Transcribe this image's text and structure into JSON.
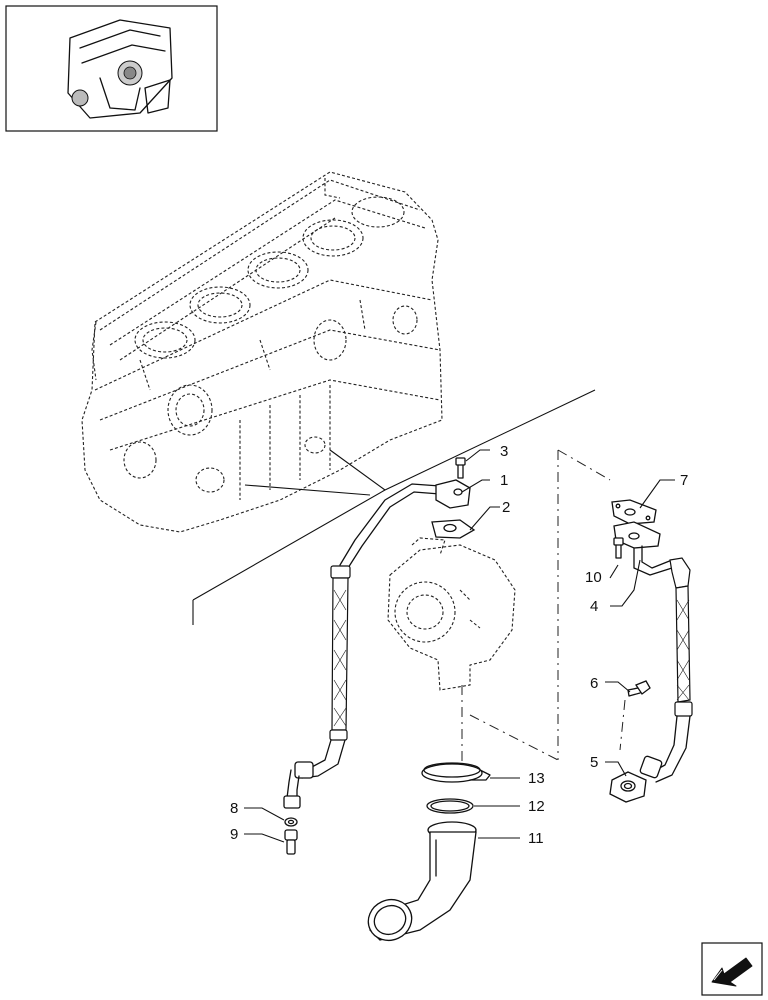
{
  "callouts": [
    {
      "id": "c1",
      "label": "1"
    },
    {
      "id": "c2",
      "label": "2"
    },
    {
      "id": "c3",
      "label": "3"
    },
    {
      "id": "c4",
      "label": "4"
    },
    {
      "id": "c5",
      "label": "5"
    },
    {
      "id": "c6",
      "label": "6"
    },
    {
      "id": "c7",
      "label": "7"
    },
    {
      "id": "c8",
      "label": "8"
    },
    {
      "id": "c9",
      "label": "9"
    },
    {
      "id": "c10",
      "label": "10"
    },
    {
      "id": "c11",
      "label": "11"
    },
    {
      "id": "c12",
      "label": "12"
    },
    {
      "id": "c13",
      "label": "13"
    }
  ],
  "icons": {
    "thumbnail": "engine-thumbnail-icon",
    "navigation": "next-page-arrow-icon"
  }
}
